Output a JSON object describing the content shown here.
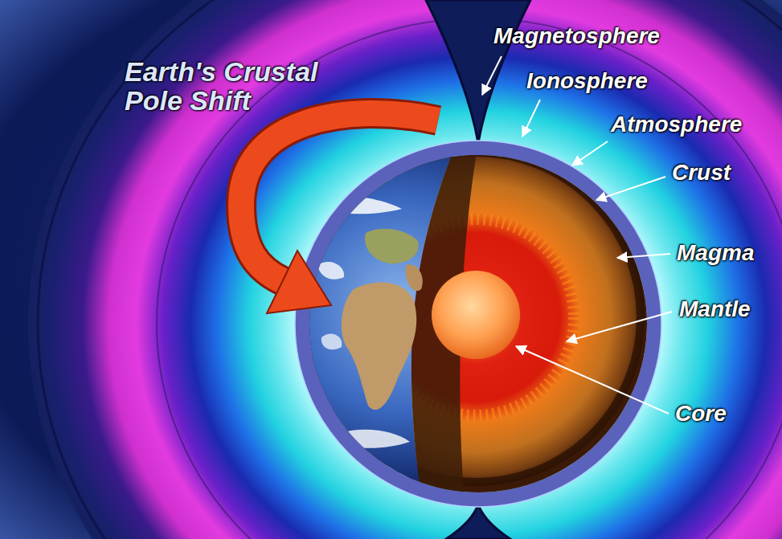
{
  "diagram": {
    "labels": [
      "Earth's Crustal Pole Shift",
      "Magnetosphere",
      "Ionosphere",
      "Atmosphere",
      "Crust",
      "Magma",
      "Mantle",
      "Core"
    ]
  }
}
